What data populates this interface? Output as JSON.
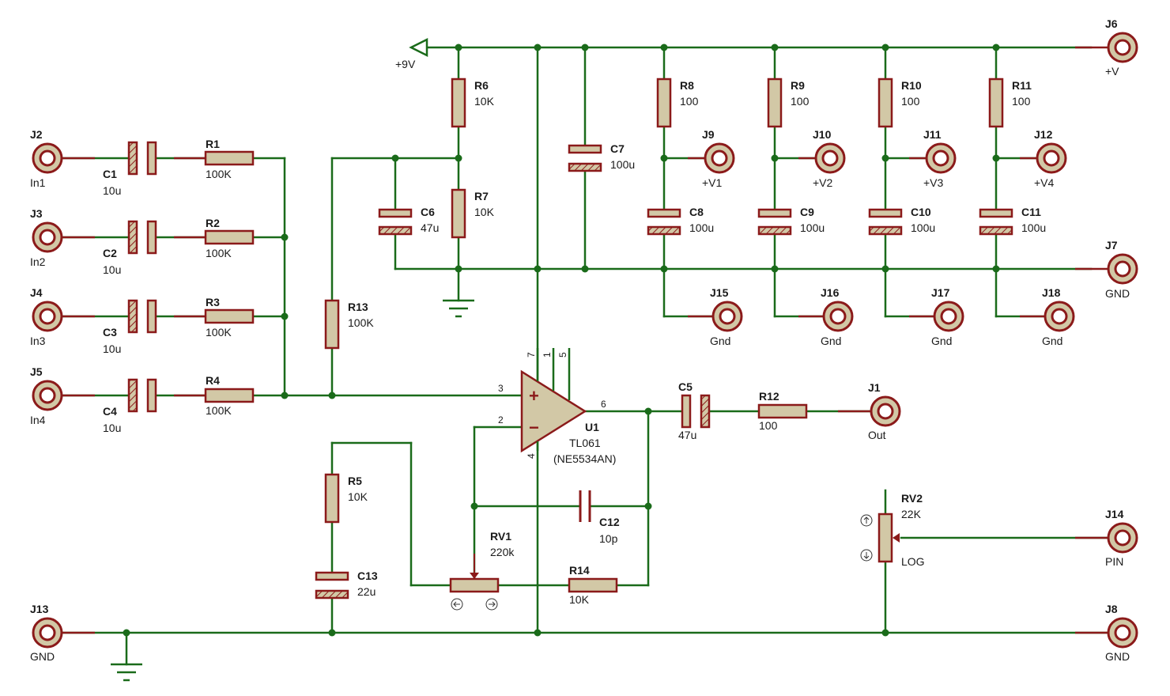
{
  "colors": {
    "wire": "#1a6b1a",
    "body": "#8b1a1a",
    "fill": "#d2c8a6",
    "text": "#1a1a1a"
  },
  "rails": {
    "vplus": "+9V"
  },
  "pins": {
    "p3": "3",
    "p2": "2",
    "p6": "6",
    "p7": "7",
    "p1": "1",
    "p5": "5",
    "p4": "4",
    "plus": "+",
    "minus": "−"
  },
  "jacks": {
    "J1": {
      "ref": "J1",
      "label": "Out"
    },
    "J2": {
      "ref": "J2",
      "label": "In1"
    },
    "J3": {
      "ref": "J3",
      "label": "In2"
    },
    "J4": {
      "ref": "J4",
      "label": "In3"
    },
    "J5": {
      "ref": "J5",
      "label": "In4"
    },
    "J6": {
      "ref": "J6",
      "label": "+V"
    },
    "J7": {
      "ref": "J7",
      "label": "GND"
    },
    "J8": {
      "ref": "J8",
      "label": "GND"
    },
    "J9": {
      "ref": "J9",
      "label": "+V1"
    },
    "J10": {
      "ref": "J10",
      "label": "+V2"
    },
    "J11": {
      "ref": "J11",
      "label": "+V3"
    },
    "J12": {
      "ref": "J12",
      "label": "+V4"
    },
    "J13": {
      "ref": "J13",
      "label": "GND"
    },
    "J14": {
      "ref": "J14",
      "label": "PIN"
    },
    "J15": {
      "ref": "J15",
      "label": "Gnd"
    },
    "J16": {
      "ref": "J16",
      "label": "Gnd"
    },
    "J17": {
      "ref": "J17",
      "label": "Gnd"
    },
    "J18": {
      "ref": "J18",
      "label": "Gnd"
    }
  },
  "resistors": {
    "R1": {
      "ref": "R1",
      "value": "100K"
    },
    "R2": {
      "ref": "R2",
      "value": "100K"
    },
    "R3": {
      "ref": "R3",
      "value": "100K"
    },
    "R4": {
      "ref": "R4",
      "value": "100K"
    },
    "R5": {
      "ref": "R5",
      "value": "10K"
    },
    "R6": {
      "ref": "R6",
      "value": "10K"
    },
    "R7": {
      "ref": "R7",
      "value": "10K"
    },
    "R8": {
      "ref": "R8",
      "value": "100"
    },
    "R9": {
      "ref": "R9",
      "value": "100"
    },
    "R10": {
      "ref": "R10",
      "value": "100"
    },
    "R11": {
      "ref": "R11",
      "value": "100"
    },
    "R12": {
      "ref": "R12",
      "value": "100"
    },
    "R13": {
      "ref": "R13",
      "value": "100K"
    },
    "R14": {
      "ref": "R14",
      "value": "10K"
    }
  },
  "capacitors": {
    "C1": {
      "ref": "C1",
      "value": "10u"
    },
    "C2": {
      "ref": "C2",
      "value": "10u"
    },
    "C3": {
      "ref": "C3",
      "value": "10u"
    },
    "C4": {
      "ref": "C4",
      "value": "10u"
    },
    "C5": {
      "ref": "C5",
      "value": "47u"
    },
    "C6": {
      "ref": "C6",
      "value": "47u"
    },
    "C7": {
      "ref": "C7",
      "value": "100u"
    },
    "C8": {
      "ref": "C8",
      "value": "100u"
    },
    "C9": {
      "ref": "C9",
      "value": "100u"
    },
    "C10": {
      "ref": "C10",
      "value": "100u"
    },
    "C11": {
      "ref": "C11",
      "value": "100u"
    },
    "C12": {
      "ref": "C12",
      "value": "10p"
    },
    "C13": {
      "ref": "C13",
      "value": "22u"
    }
  },
  "pots": {
    "RV1": {
      "ref": "RV1",
      "value": "220k"
    },
    "RV2": {
      "ref": "RV2",
      "value": "22K",
      "taper": "LOG"
    }
  },
  "opamp": {
    "ref": "U1",
    "part": "TL061",
    "alt": "(NE5534AN)"
  }
}
